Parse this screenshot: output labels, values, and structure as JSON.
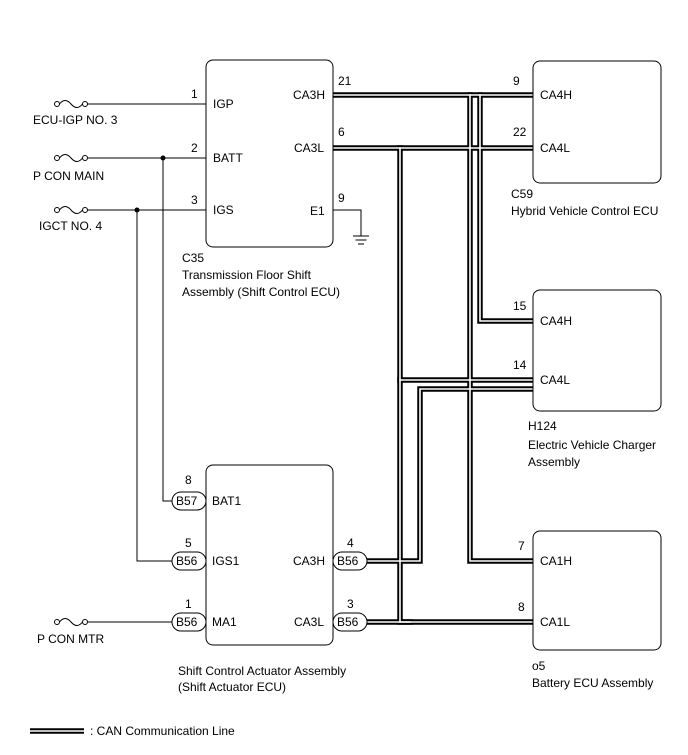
{
  "ecus": {
    "shift_ecu": {
      "code": "C35",
      "name_line1": "Transmission Floor Shift",
      "name_line2": "Assembly (Shift Control ECU)",
      "terminals": [
        {
          "pin": "1",
          "name": "IGP"
        },
        {
          "pin": "2",
          "name": "BATT"
        },
        {
          "pin": "3",
          "name": "IGS"
        },
        {
          "pin": "21",
          "name": "CA3H"
        },
        {
          "pin": "6",
          "name": "CA3L"
        },
        {
          "pin": "9",
          "name": "E1"
        }
      ]
    },
    "hybrid_ecu": {
      "code": "C59",
      "name_line1": "Hybrid Vehicle Control ECU",
      "terminals": [
        {
          "pin": "9",
          "name": "CA4H"
        },
        {
          "pin": "22",
          "name": "CA4L"
        }
      ]
    },
    "charger": {
      "code": "H124",
      "name_line1": "Electric Vehicle Charger",
      "name_line2": "Assembly",
      "terminals": [
        {
          "pin": "15",
          "name": "CA4H"
        },
        {
          "pin": "14",
          "name": "CA4L"
        }
      ]
    },
    "actuator": {
      "name_line1": "Shift Control Actuator Assembly",
      "name_line2": "(Shift Actuator ECU)",
      "terminals": [
        {
          "pin": "8",
          "name": "BAT1",
          "connector": "B57"
        },
        {
          "pin": "5",
          "name": "IGS1",
          "connector": "B56"
        },
        {
          "pin": "1",
          "name": "MA1",
          "connector": "B56"
        },
        {
          "pin": "4",
          "name": "CA3H",
          "connector": "B56"
        },
        {
          "pin": "3",
          "name": "CA3L",
          "connector": "B56"
        }
      ]
    },
    "battery_ecu": {
      "code": "o5",
      "name_line1": "Battery ECU Assembly",
      "terminals": [
        {
          "pin": "7",
          "name": "CA1H"
        },
        {
          "pin": "8",
          "name": "CA1L"
        }
      ]
    }
  },
  "fuses": [
    "ECU-IGP NO. 3",
    "P CON MAIN",
    "IGCT NO. 4",
    "P CON MTR"
  ],
  "legend": {
    "text": ": CAN Communication Line"
  }
}
